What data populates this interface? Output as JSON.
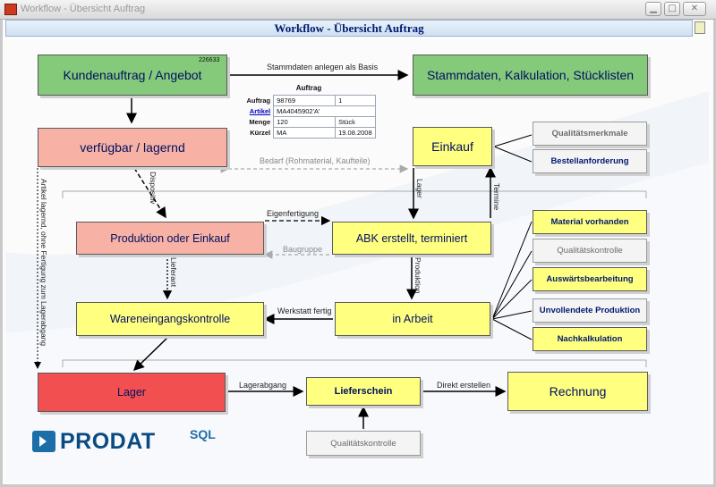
{
  "window": {
    "title": "Workflow - Übersicht Auftrag",
    "header": "Workflow - Übersicht Auftrag"
  },
  "boxes": {
    "kundenauftrag": "Kundenauftrag / Angebot",
    "kundenauftrag_nr": "226633",
    "stammdaten": "Stammdaten, Kalkulation, Stücklisten",
    "verfuegbar": "verfügbar / lagernd",
    "einkauf": "Einkauf",
    "produktion_einkauf": "Produktion oder Einkauf",
    "abk": "ABK erstellt, terminiert",
    "wareneingang": "Wareneingangskontrolle",
    "in_arbeit": "in Arbeit",
    "lager": "Lager",
    "lieferschein": "Lieferschein",
    "rechnung": "Rechnung",
    "qualitaetskontrolle_bottom": "Qualitätskontrolle"
  },
  "side_buttons": {
    "qualitaetsmerkmale": "Qualitätsmerkmale",
    "bestellanforderung": "Bestellanforderung",
    "material": "Material vorhanden",
    "qualitaetskontrolle": "Qualitätskontrolle",
    "auswaerts": "Auswärtsbearbeitung",
    "unvollendete": "Unvollendete Produktion",
    "nachkalkulation": "Nachkalkulation"
  },
  "labels": {
    "stammdaten_basis": "Stammdaten anlegen als Basis",
    "bedarf": "Bedarf (Rohmaterial, Kaufteile)",
    "eigenfertigung": "Eigenfertigung",
    "baugruppe": "Baugruppe",
    "werkstatt": "Werkstatt fertig",
    "lagerabgang": "Lagerabgang",
    "direkt": "Direkt erstellen",
    "lager_v": "Lager",
    "termine_v": "Termine",
    "produktion_v": "Produktion",
    "lieferant_v": "Lieferant",
    "dispositiv_v": "Dispositiv",
    "artikel_lagernd_v": "Artikel lagernd, ohne Fertigung zum Lagerabgang"
  },
  "order": {
    "title": "Auftrag",
    "rows": [
      {
        "key": "Auftrag",
        "v1": "98769",
        "v2": "1"
      },
      {
        "key": "Artikel",
        "v1": "MA4045902'A'",
        "v2": ""
      },
      {
        "key": "Menge",
        "v1": "120",
        "v2": "Stück"
      },
      {
        "key": "Kürzel",
        "v1": "MA",
        "v2": "19.08.2008"
      }
    ]
  },
  "logo": {
    "name": "PRODAT",
    "sql": "SQL"
  },
  "colors": {
    "green": "#85c97a",
    "salmon": "#f7b2a5",
    "yellow": "#ffff80",
    "red": "#f25050",
    "navy": "#001a6e"
  }
}
